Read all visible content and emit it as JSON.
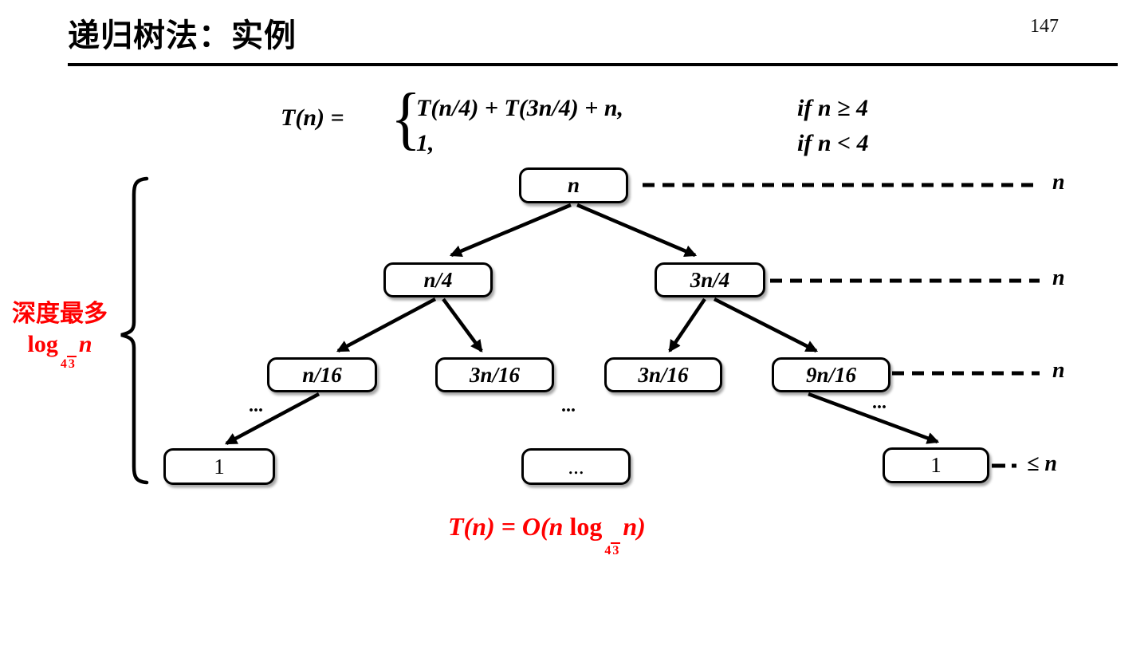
{
  "slide": {
    "title": "递归树法：实例",
    "page_number": "147"
  },
  "recurrence": {
    "lhs": "T(n) =",
    "brace": "{",
    "cases": [
      {
        "expr": "T(n/4) + T(3n/4) + n,",
        "cond": "if n ≥ 4"
      },
      {
        "expr": "1,",
        "cond": "if n < 4"
      }
    ]
  },
  "tree": {
    "nodes": [
      {
        "label": "n"
      },
      {
        "label": "n/4"
      },
      {
        "label": "3n/4"
      },
      {
        "label": "n/16"
      },
      {
        "label": "3n/16"
      },
      {
        "label": "3n/16"
      },
      {
        "label": "9n/16"
      },
      {
        "label": "1"
      },
      {
        "label": "..."
      },
      {
        "label": "1"
      }
    ],
    "ellipses": [
      "...",
      "...",
      "..."
    ],
    "row_labels": [
      {
        "text": "n"
      },
      {
        "text": "n"
      },
      {
        "text": "n"
      },
      {
        "text": "≤ n"
      }
    ]
  },
  "depth_label": {
    "line1": "深度最多",
    "log": "log",
    "frac_num": "4",
    "frac_den": "3",
    "var": "n"
  },
  "conclusion": {
    "prefix": "T(n) = O(n ",
    "log": "log",
    "frac_num": "4",
    "frac_den": "3",
    "suffix": "n)"
  },
  "colors": {
    "accent_red": "#FF0000",
    "ink_black": "#000000"
  }
}
